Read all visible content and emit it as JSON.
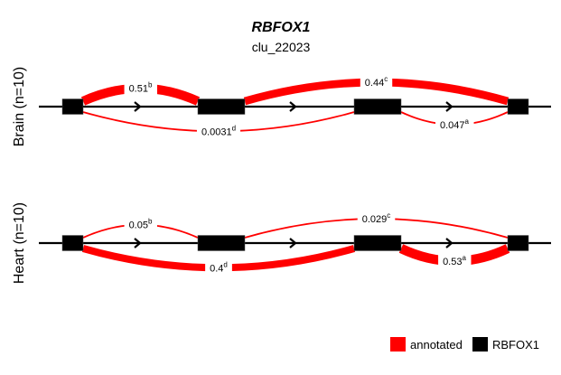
{
  "title": "RBFOX1",
  "subtitle": "clu_22023",
  "colors": {
    "annotated": "#ff0000",
    "gene": "#000000"
  },
  "legend": [
    {
      "label": "annotated",
      "color": "#ff0000"
    },
    {
      "label": "RBFOX1",
      "color": "#000000"
    }
  ],
  "exons": [
    1,
    2,
    3,
    4
  ],
  "panels": [
    {
      "label": "Brain (n=10)",
      "junctions": [
        {
          "from": 1,
          "to": 2,
          "side": "above",
          "value": 0.51,
          "value_text": "0.51",
          "sup": "b"
        },
        {
          "from": 2,
          "to": 4,
          "side": "above",
          "value": 0.44,
          "value_text": "0.44",
          "sup": "c"
        },
        {
          "from": 3,
          "to": 4,
          "side": "below",
          "value": 0.047,
          "value_text": "0.047",
          "sup": "a"
        },
        {
          "from": 1,
          "to": 3,
          "side": "below",
          "value": 0.0031,
          "value_text": "0.0031",
          "sup": "d"
        }
      ]
    },
    {
      "label": "Heart (n=10)",
      "junctions": [
        {
          "from": 1,
          "to": 2,
          "side": "above",
          "value": 0.05,
          "value_text": "0.05",
          "sup": "b"
        },
        {
          "from": 2,
          "to": 4,
          "side": "above",
          "value": 0.029,
          "value_text": "0.029",
          "sup": "c"
        },
        {
          "from": 3,
          "to": 4,
          "side": "below",
          "value": 0.53,
          "value_text": "0.53",
          "sup": "a"
        },
        {
          "from": 1,
          "to": 3,
          "side": "below",
          "value": 0.4,
          "value_text": "0.4",
          "sup": "d"
        }
      ]
    }
  ]
}
